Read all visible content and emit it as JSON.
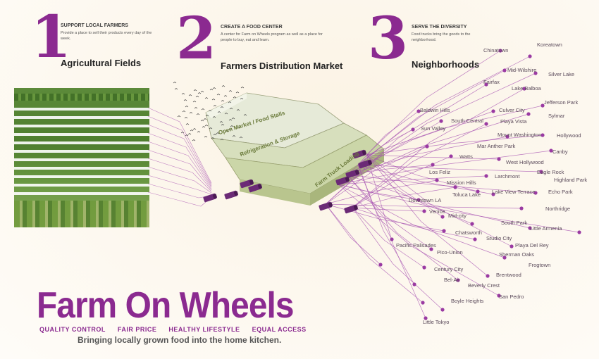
{
  "steps": [
    {
      "number": "1",
      "heading": "SUPPORT LOCAL FARMERS",
      "desc": "Provide a place to sell their products every day of the week.",
      "title": "Agricultural Fields"
    },
    {
      "number": "2",
      "heading": "CREATE A FOOD CENTER",
      "desc": "A center for Farm on Wheels program as well as a place for people to buy, eat and learn.",
      "title": "Farmers Distribution Market"
    },
    {
      "number": "3",
      "heading": "SERVE THE DIVERSITY",
      "desc": "Food trucks bring the goods to the neighborhood.",
      "title": "Neighborhoods"
    }
  ],
  "building_labels": [
    "Open Market / Food Stalls",
    "Refrigeration & Storage",
    "Farm Truck Loading"
  ],
  "neighborhoods": [
    "Chinatown",
    "Koreatown",
    "Mid-Wilshire",
    "Silver Lake",
    "Fairfax",
    "Lake Balboa",
    "Jefferson Park",
    "Baldwin Hills",
    "Culver City",
    "Sylmar",
    "South Central",
    "Playa Vista",
    "Hollywood",
    "Sun Valley",
    "Mount Washington",
    "Canby",
    "Mar Anther Park",
    "Watts",
    "West Hollywood",
    "Eagle Rock",
    "Larchmont",
    "Highland Park",
    "Los Feliz",
    "Mission Hills",
    "Toluca Lake",
    "Lake View Terrace",
    "Echo Park",
    "Downtown LA",
    "Northridge",
    "Venice",
    "Mid-city",
    "South Park",
    "Little Armenia",
    "Chatsworth",
    "Studio City",
    "Playa Del Rey",
    "Pacific Palisades",
    "Pico-Union",
    "Sherman Oaks",
    "Frogtown",
    "Century City",
    "Brentwood",
    "Bel-Air",
    "Beverly Crest",
    "San Pedro",
    "Boyle Heights",
    "Little Tokyo"
  ],
  "brand": {
    "title": "Farm On Wheels",
    "values": [
      "QUALITY CONTROL",
      "FAIR PRICE",
      "HEALTHY LIFESTYLE",
      "EQUAL ACCESS"
    ],
    "tagline": "Bringing locally grown food into the home kitchen."
  },
  "colors": {
    "accent": "#8b2a90",
    "line": "#a64fb0",
    "node": "#9a3aa2",
    "truck": "#6b2a76"
  }
}
